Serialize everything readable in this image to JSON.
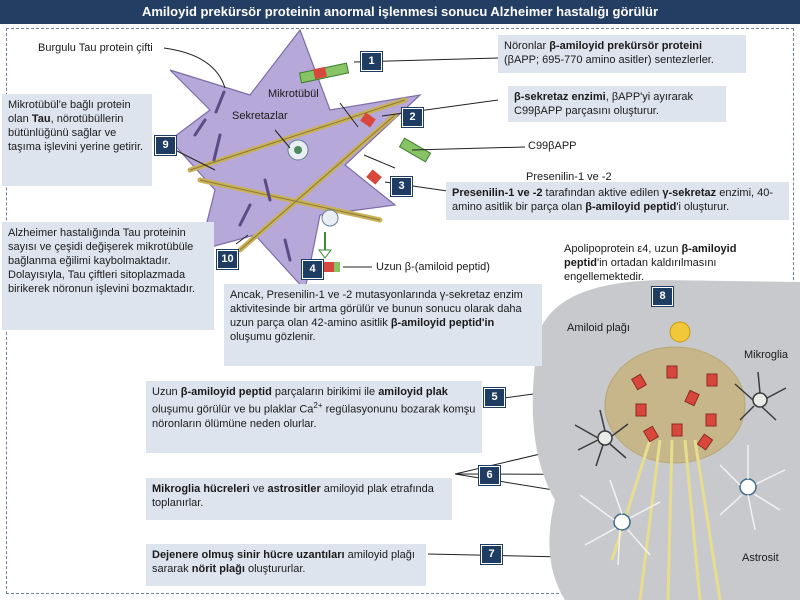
{
  "title": "Amiloyid prekürsör proteinin anormal işlenmesi sonucu Alzheimer hastalığı görülür",
  "labels": {
    "tau_pair": "Burgulu Tau protein çifti",
    "microtubule": "Mikrotübül",
    "secretases": "Sekretazlar",
    "c99": "C99βAPP",
    "presenilin": "Presenilin-1 ve -2",
    "abeta": "Uzun β-(amiloid peptid)",
    "plaque": "Amiloid plağı",
    "microglia": "Mikroglia",
    "astrocyte": "Astrosit"
  },
  "steps": {
    "s1": {
      "num": "1",
      "a": "Nöronlar ",
      "b": "β-amiloyid prekürsör proteini",
      "c": "(βAPP; 695-770 amino asitler) sentezlerler."
    },
    "s2": {
      "num": "2",
      "a": "β-sekretaz enzimi",
      "b": ", βAPP'yi ayırarak C99βAPP parçasını oluşturur."
    },
    "s3": {
      "num": "3",
      "a": "Presenilin-1 ve -2",
      "b": " tarafından aktive edilen ",
      "c": "γ-sekretaz",
      "d": " enzimi, 40-amino asitlik bir parça olan ",
      "e": "β-amiloyid peptid",
      "f": "'i oluşturur."
    },
    "s4": {
      "num": "4",
      "a": "Ancak, Presenilin-1 ve -2 mutasyonlarında γ-sekretaz enzim aktivitesinde bir artma görülür ve bunun sonucu olarak daha uzun parça olan 42-amino asitlik ",
      "b": "β-amiloyid peptid'in",
      "c": " oluşumu gözlenir."
    },
    "s5": {
      "num": "5",
      "a": "Uzun ",
      "b": "β-amiloyid peptid",
      "c": " parçaların birikimi ile ",
      "d": "amiloyid plak",
      "e": " oluşumu görülür ve bu plaklar Ca",
      "sup": "2+",
      "f": " regülasyonunu bozarak komşu nöronların ölümüne neden olurlar."
    },
    "s6": {
      "num": "6",
      "a": "Mikroglia hücreleri",
      "b": " ve ",
      "c": "astrositler",
      "d": " amiloyid plak etrafında toplanırlar."
    },
    "s7": {
      "num": "7",
      "a": "Dejenere olmuş sinir hücre uzantıları",
      "b": " amiloyid plağı sararak ",
      "c": "nörit plağı",
      "d": " oluştururlar."
    },
    "s8": {
      "num": "8",
      "a": "Apolipoprotein ε4, uzun ",
      "b": "β-amiloyid peptid",
      "c": "'in ortadan kaldırılmasını engellemektedir."
    },
    "s9": {
      "num": "9",
      "a": "Mikrotübül'e bağlı protein olan ",
      "b": "Tau",
      "c": ", nörotübüllerin bütünlüğünü sağlar ve taşıma işlevini yerine getirir."
    },
    "s10": {
      "num": "10",
      "a": "Alzheimer hastalığında Tau proteinin sayısı ve çeşidi değişerek mikrotübüle bağlanma eğilimi kaybolmaktadır. Dolayısıyla, Tau çiftleri sitoplazmada birikerek nöronun işlevini bozmaktadır."
    }
  }
}
